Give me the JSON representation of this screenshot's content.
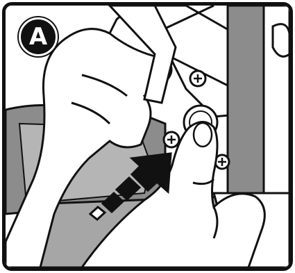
{
  "step_badge": {
    "letter": "A"
  },
  "colors": {
    "outline": "#111111",
    "gray_dark": "#8c8c8c",
    "gray_mid": "#b5b5b5",
    "gray_light": "#cfcfcf",
    "white": "#ffffff"
  },
  "icons": [
    "step-badge",
    "hand-holding-cover",
    "thumb-pressing-button",
    "push-direction-arrow",
    "screw-icon",
    "strap"
  ]
}
